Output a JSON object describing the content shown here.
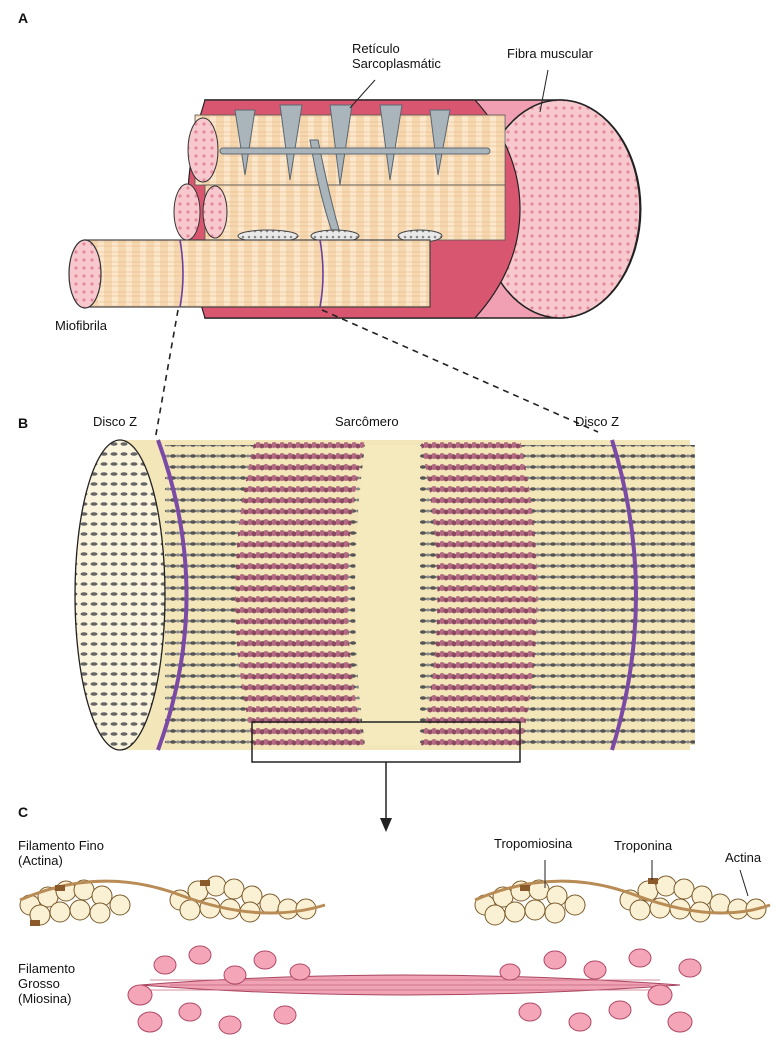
{
  "panels": {
    "a": "A",
    "b": "B",
    "c": "C"
  },
  "labels": {
    "reticulo_line1": "Retículo",
    "reticulo_line2": "Sarcoplasmátic",
    "fibra_muscular": "Fibra muscular",
    "miofibrila": "Miofibrila",
    "disco_z_left": "Disco Z",
    "sarcomero": "Sarcômero",
    "disco_z_right": "Disco Z",
    "filamento_fino_line1": "Filamento Fino",
    "filamento_fino_line2": "(Actina)",
    "tropomiosina": "Tropomiosina",
    "troponina": "Troponina",
    "actina": "Actina",
    "filamento_grosso_line1": "Filamento",
    "filamento_grosso_line2": "Grosso",
    "filamento_grosso_line3": "(Miosina)"
  },
  "colors": {
    "fiber_pink": "#f2a7b4",
    "fiber_dark": "#d9607a",
    "myofibril": "#f6d8b0",
    "reticulum": "#9aa5ad",
    "sarcomere_bg": "#f3e6b8",
    "myosin_pink": "#e98aa0",
    "z_disc": "#7b4aa6",
    "actin_bead": "#faf3dc",
    "troponin": "#8a5a2b"
  }
}
